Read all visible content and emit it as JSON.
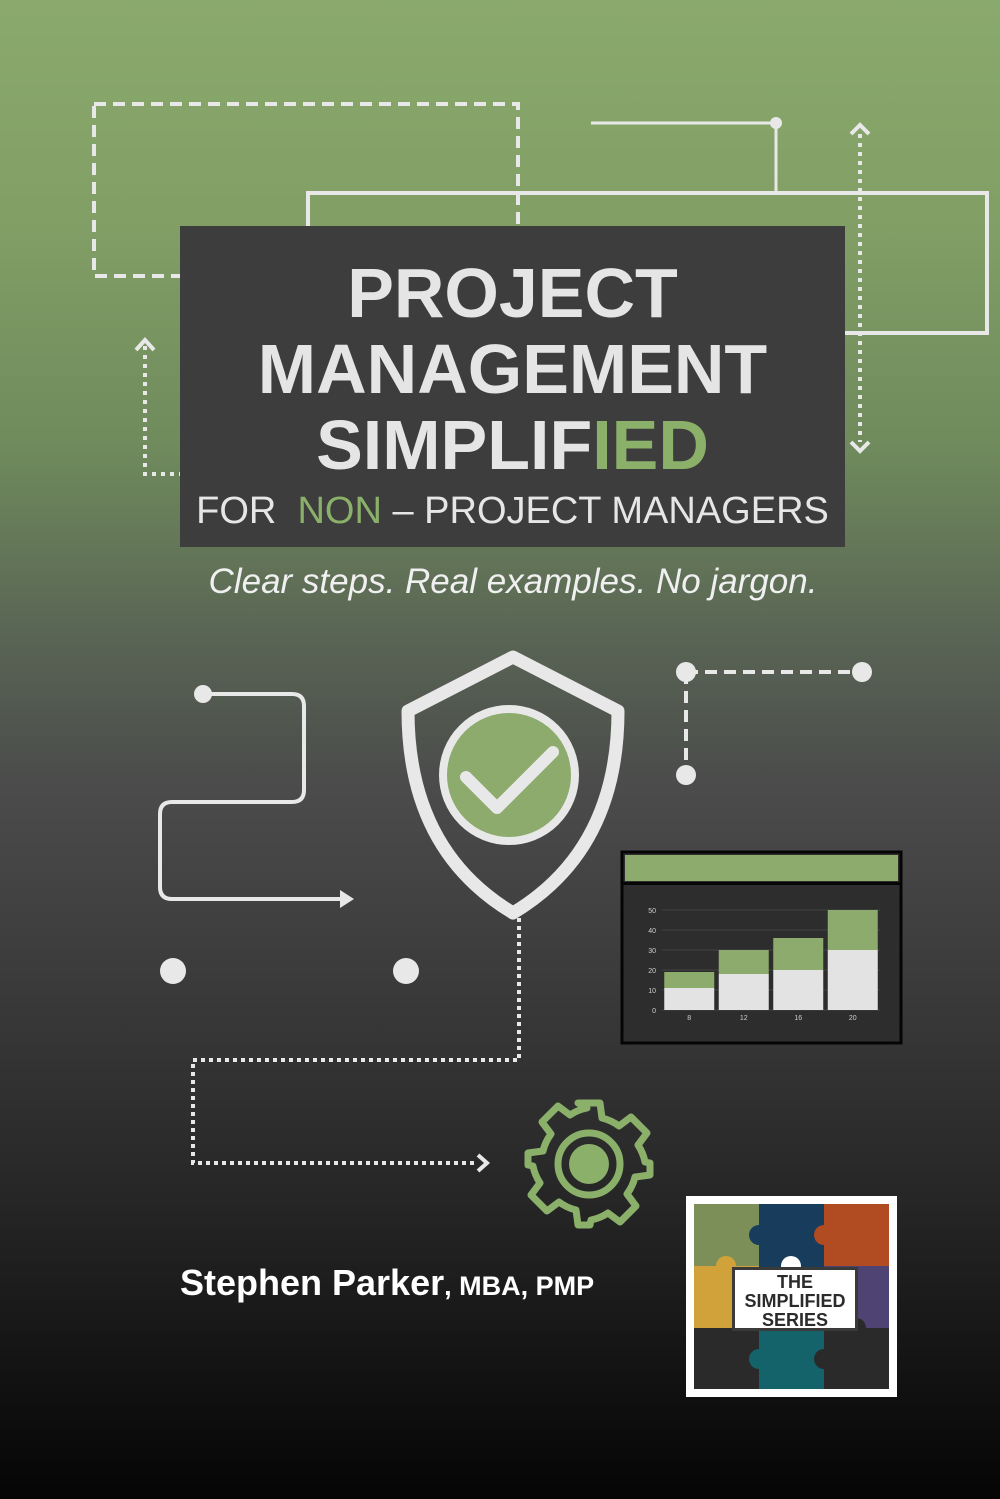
{
  "cover": {
    "title_line1": "PROJECT",
    "title_line2": "MANAGEMENT",
    "title_line3_main": "SIMPLIF",
    "title_line3_accent": "IED",
    "subtitle_prefix": "FOR",
    "subtitle_accent": "NON",
    "subtitle_rest": "– PROJECT MANAGERS",
    "tagline": "Clear steps. Real examples. No jargon.",
    "author_name": "Stephen Parker",
    "author_credentials": ", MBA, PMP",
    "series_badge": {
      "line1": "THE",
      "line2": "SIMPLIFIED",
      "line3": "SERIES"
    }
  },
  "colors": {
    "accent_green": "#8bb06a",
    "title_box": "#3d3d3d",
    "text_light": "#e5e5e5"
  },
  "icons": [
    "shield-check-icon",
    "gear-icon",
    "bar-chart-icon",
    "puzzle-icon"
  ],
  "chart_data": {
    "type": "bar",
    "categories": [
      "8",
      "12",
      "16",
      "20"
    ],
    "series": [
      {
        "values": [
          11,
          18,
          20,
          30
        ]
      },
      {
        "values": [
          8,
          12,
          16,
          20
        ]
      }
    ],
    "stacked": true,
    "yticks": [
      "0",
      "10",
      "20",
      "30",
      "40",
      "50"
    ],
    "ylim": [
      0,
      50
    ],
    "grid": true,
    "colors": [
      "#e3e3e3",
      "#8cab6c"
    ]
  }
}
